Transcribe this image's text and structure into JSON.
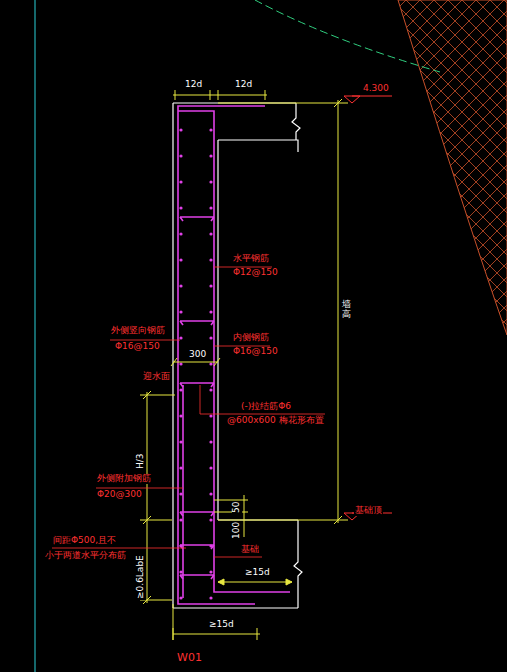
{
  "diagram": {
    "labels": [
      "12d",
      "12d",
      "4.300",
      "墙高",
      "水平钢筋",
      "Φ12@150",
      "外侧竖向钢筋",
      "Φ16@150",
      "内侧钢筋",
      "Φ16@150",
      "300",
      "迎水面",
      "(-)拉结筋Φ6",
      "@600x600 梅花形布置",
      "H/3",
      "外侧附加钢筋",
      "Φ20@300",
      "50",
      "100",
      "基础顶",
      "≥0.6LabE",
      "间距Φ500,且不",
      "小于两道水平分布筋",
      "基础",
      "≥15d",
      "≥15d",
      "W01"
    ]
  }
}
